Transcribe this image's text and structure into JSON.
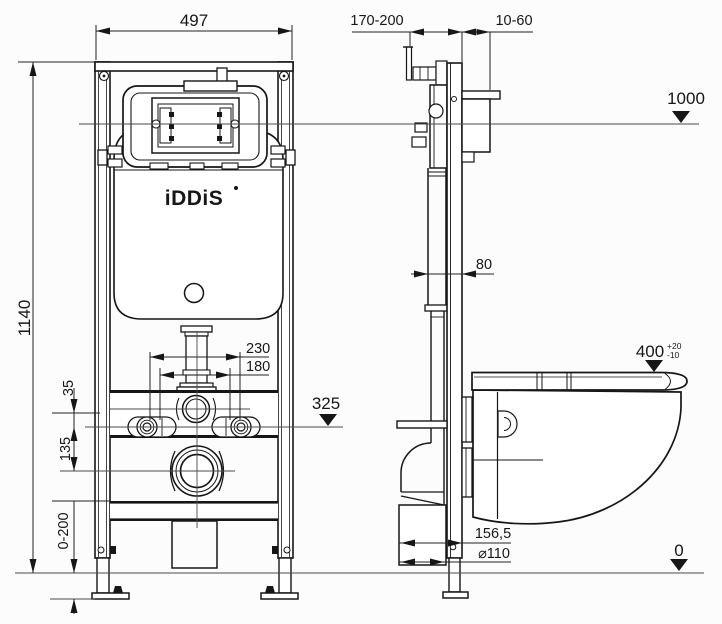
{
  "drawing": {
    "brand": "iDDiS",
    "colors": {
      "ink": "#161616",
      "paper": "#fcfcfc"
    },
    "front_view": {
      "frame_width": "497",
      "frame_height": "1140",
      "bolt_offset_top": "35",
      "drain_offset": "135",
      "leg_adjust_range": "0-200",
      "bolt_spacing_wide": "230",
      "bolt_spacing_narrow": "180",
      "bolt_axis_level": "325"
    },
    "side_view": {
      "frame_depth_range": "170-200",
      "wall_finish_range": "10-60",
      "panel_level": "1000",
      "pipe_offset": "80",
      "bowl_top_level": "400",
      "bowl_tolerance_plus": "+20",
      "bowl_tolerance_minus": "-10",
      "outlet_distance": "156,5",
      "outlet_diameter": "⌀110",
      "floor_level": "0"
    }
  }
}
